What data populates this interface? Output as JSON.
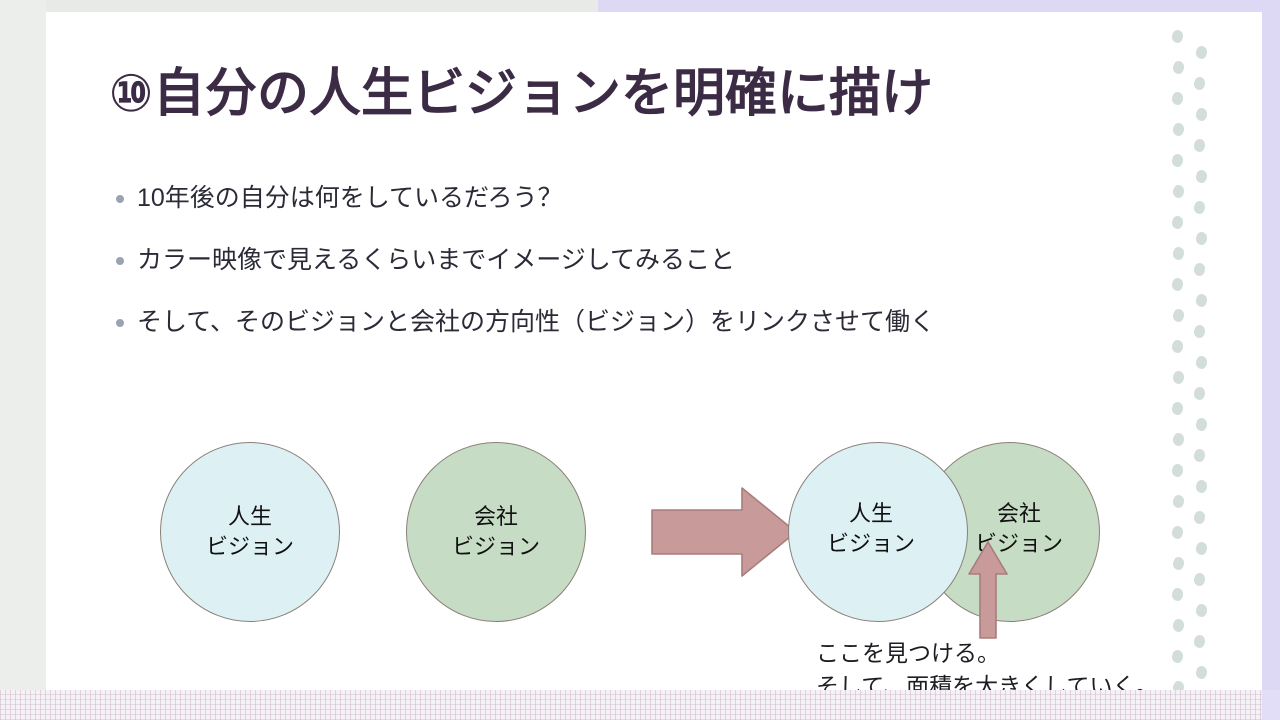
{
  "slide": {
    "title": "⑩自分の人生ビジョンを明確に描け",
    "bullets": [
      {
        "text": "10年後の自分は何をしているだろう？"
      },
      {
        "text": "カラー映像で見えるくらいまでイメージしてみること"
      },
      {
        "text": "そして、そのビジョンと会社の方向性（ビジョン）をリンクさせて働く"
      }
    ],
    "diagram": {
      "separate": {
        "life_circle_label": "人生\nビジョン",
        "corp_circle_label": "会社\nビジョン"
      },
      "transition_arrow": "right-arrow",
      "overlap": {
        "life_circle_label": "人生\nビジョン",
        "corp_circle_label": "会社\nビジョン",
        "pointer_arrow": "up-arrow"
      },
      "caption": "ここを見つける。\nそして、面積を大きくしていく。"
    },
    "colors": {
      "title_text": "#3c2b45",
      "body_text": "#2b2b38",
      "bullet_marker": "#9aa3b0",
      "life_circle_fill": "#ddf1f5",
      "corp_circle_fill": "#c6dcc4",
      "circle_stroke": "#8a8078",
      "arrow_fill": "#c99a9a",
      "arrow_stroke": "#a87d7d",
      "decor_dot": "#ccd8d2",
      "slide_background": "#ffffff",
      "canvas_lavender": "#ddd9f5",
      "canvas_gray": "#e7eae7"
    }
  }
}
